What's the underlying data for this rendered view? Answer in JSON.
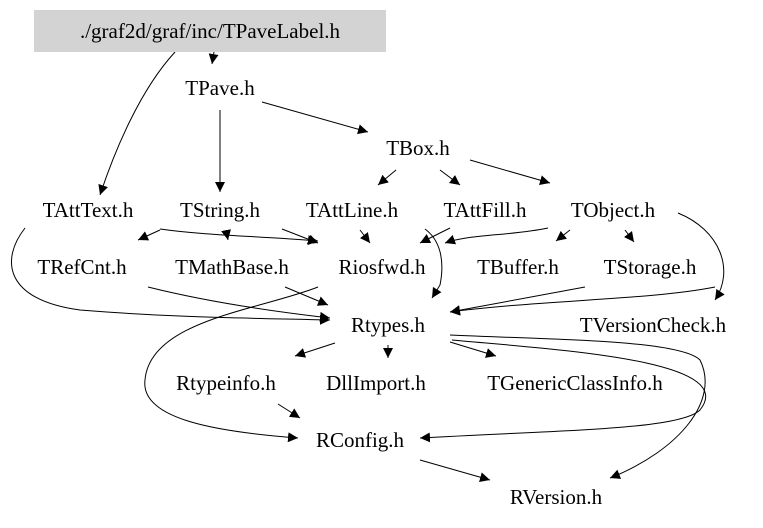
{
  "graph": {
    "root": "./graf2d/graf/inc/TPaveLabel.h",
    "root_fill": "#d3d3d3",
    "nodes": {
      "tpave": "TPave.h",
      "tbox": "TBox.h",
      "tatttext": "TAttText.h",
      "tstring": "TString.h",
      "tattline": "TAttLine.h",
      "tattfill": "TAttFill.h",
      "tobject": "TObject.h",
      "trefcnt": "TRefCnt.h",
      "tmathbase": "TMathBase.h",
      "riosfwd": "Riosfwd.h",
      "tbuffer": "TBuffer.h",
      "tstorage": "TStorage.h",
      "rtypes": "Rtypes.h",
      "tversioncheck": "TVersionCheck.h",
      "rtypeinfo": "Rtypeinfo.h",
      "dllimport": "DllImport.h",
      "tgenericclassinfo": "TGenericClassInfo.h",
      "rconfig": "RConfig.h",
      "rversion": "RVersion.h"
    }
  }
}
